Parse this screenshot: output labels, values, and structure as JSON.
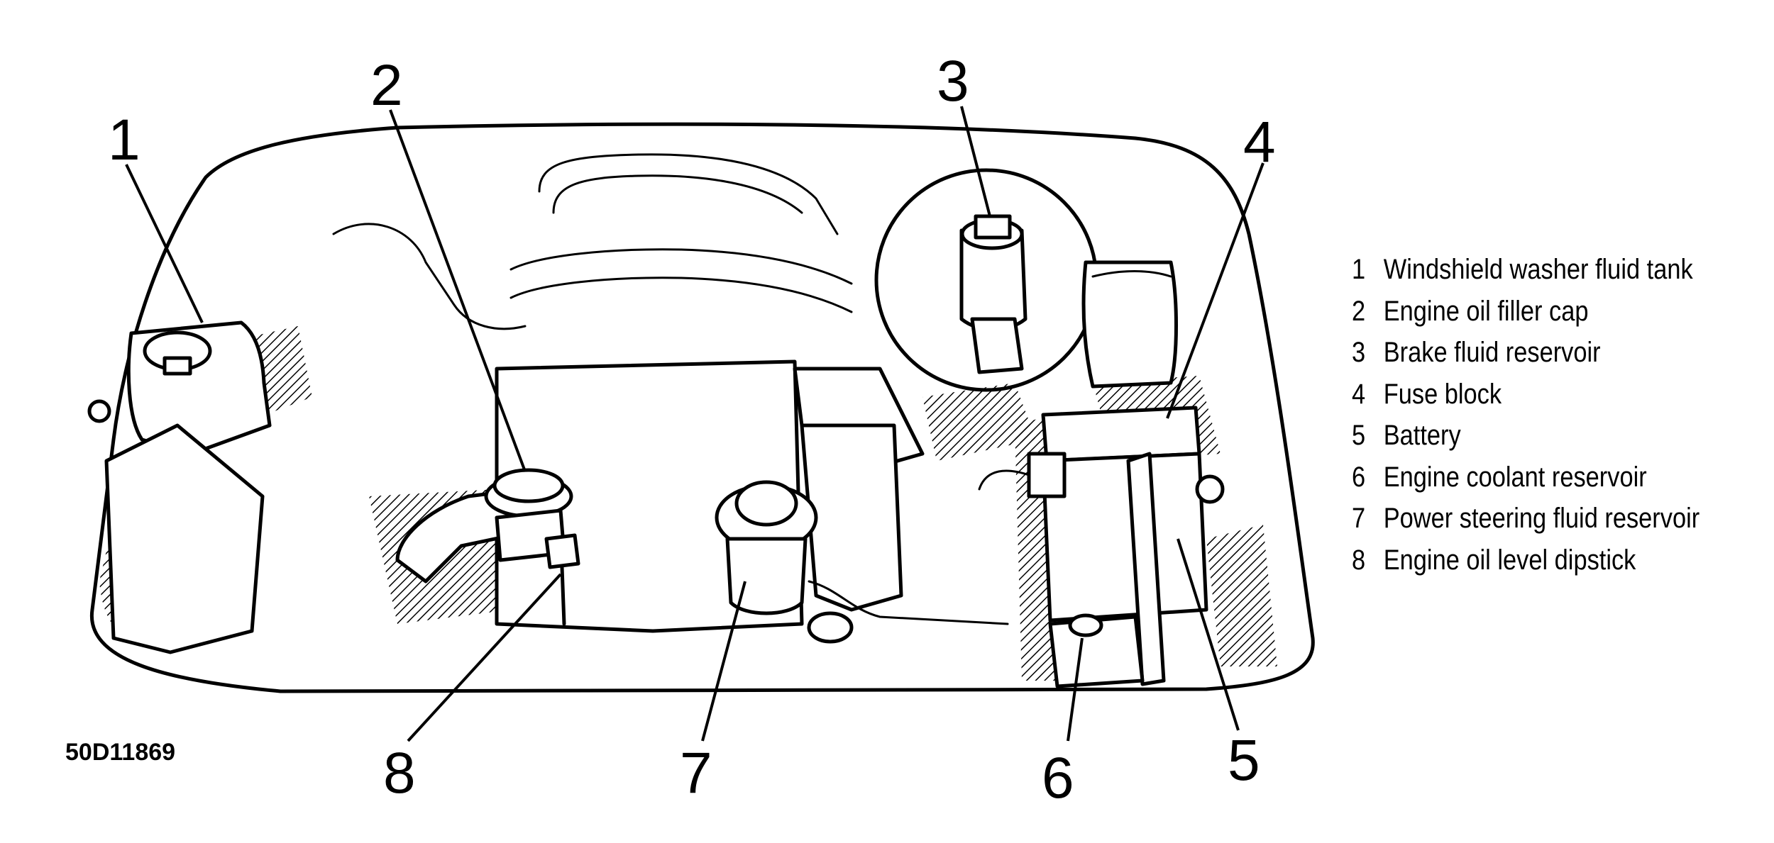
{
  "drawing_id": "50D11869",
  "callouts": [
    "1",
    "2",
    "3",
    "4",
    "5",
    "6",
    "7",
    "8"
  ],
  "legend": [
    {
      "num": "1",
      "label": "Windshield washer fluid tank"
    },
    {
      "num": "2",
      "label": "Engine oil filler cap"
    },
    {
      "num": "3",
      "label": "Brake fluid reservoir"
    },
    {
      "num": "4",
      "label": "Fuse block"
    },
    {
      "num": "5",
      "label": "Battery"
    },
    {
      "num": "6",
      "label": "Engine coolant reservoir"
    },
    {
      "num": "7",
      "label": "Power steering fluid reservoir"
    },
    {
      "num": "8",
      "label": "Engine oil level dipstick"
    }
  ]
}
